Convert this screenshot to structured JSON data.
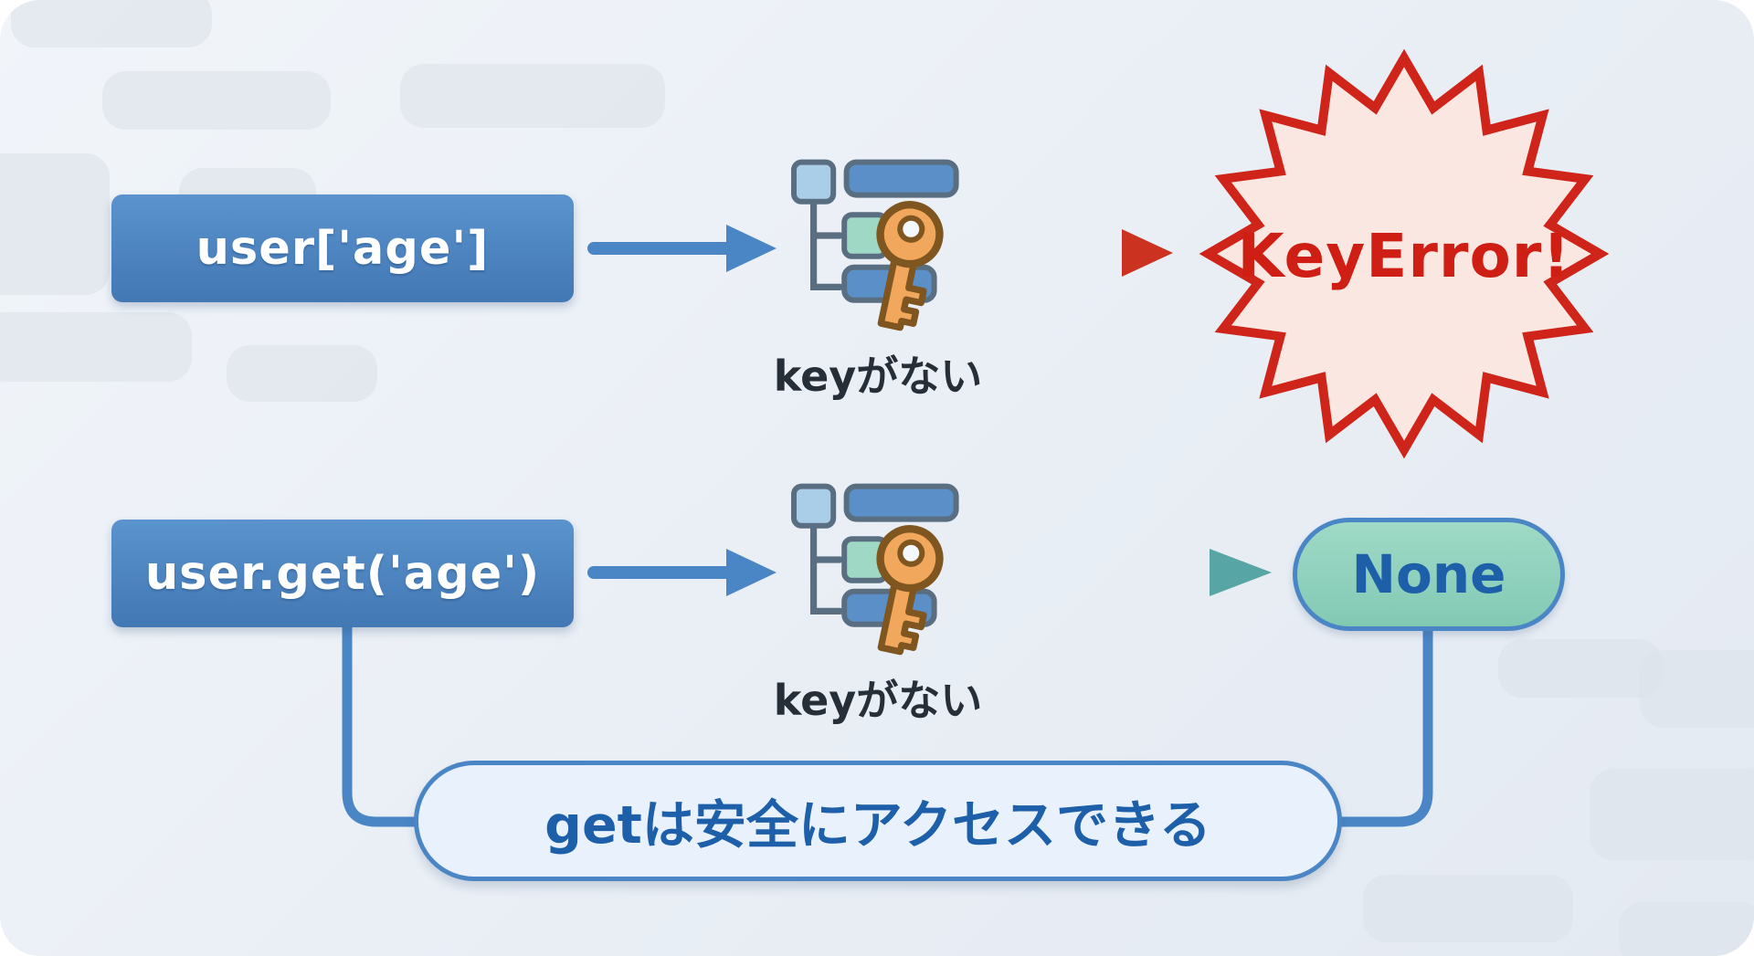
{
  "rows": [
    {
      "code": "user['age']",
      "caption": "keyがない",
      "result": "KeyError!"
    },
    {
      "code": "user.get('age')",
      "caption": "keyがない",
      "result": "None"
    }
  ],
  "callout": {
    "text": "getは安全にアクセスできる"
  },
  "icons": {
    "dict_key_icon": "dictionary-with-key-icon",
    "arrow_icon": "arrow-right-icon",
    "burst_icon": "error-starburst-icon"
  },
  "colors": {
    "code_box_blue": "#4a86c5",
    "arrow_blue": "#4a86c5",
    "error_red": "#cf1f14",
    "starburst_fill": "#fbe7e2",
    "none_pill_fill": "#8fd2bd",
    "result_text_blue": "#1d5fa8",
    "caption_text": "#262e38",
    "key_orange": "#f2a85c",
    "background": "#ecf1f7"
  }
}
